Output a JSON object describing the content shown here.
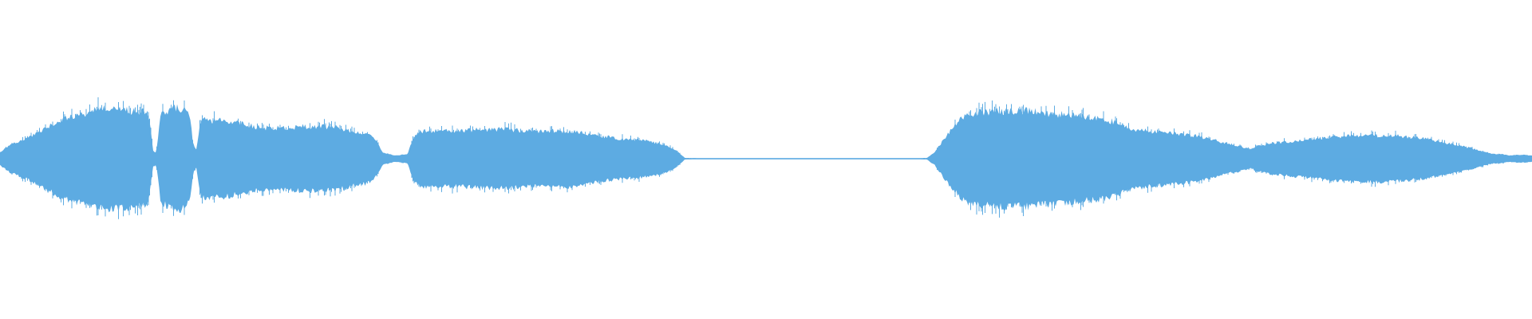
{
  "waveform": {
    "color": "#5DABE2",
    "background": "#ffffff",
    "envelope_points": [
      [
        0.0,
        0.08
      ],
      [
        0.005,
        0.16
      ],
      [
        0.012,
        0.22
      ],
      [
        0.02,
        0.28
      ],
      [
        0.03,
        0.4
      ],
      [
        0.04,
        0.5
      ],
      [
        0.05,
        0.56
      ],
      [
        0.06,
        0.62
      ],
      [
        0.07,
        0.66
      ],
      [
        0.08,
        0.64
      ],
      [
        0.09,
        0.62
      ],
      [
        0.097,
        0.58
      ],
      [
        0.1,
        0.1
      ],
      [
        0.102,
        0.08
      ],
      [
        0.105,
        0.58
      ],
      [
        0.11,
        0.62
      ],
      [
        0.115,
        0.66
      ],
      [
        0.12,
        0.64
      ],
      [
        0.124,
        0.56
      ],
      [
        0.126,
        0.2
      ],
      [
        0.128,
        0.1
      ],
      [
        0.131,
        0.5
      ],
      [
        0.14,
        0.5
      ],
      [
        0.15,
        0.48
      ],
      [
        0.16,
        0.44
      ],
      [
        0.17,
        0.4
      ],
      [
        0.18,
        0.4
      ],
      [
        0.19,
        0.4
      ],
      [
        0.2,
        0.42
      ],
      [
        0.21,
        0.42
      ],
      [
        0.22,
        0.4
      ],
      [
        0.23,
        0.36
      ],
      [
        0.24,
        0.32
      ],
      [
        0.245,
        0.24
      ],
      [
        0.25,
        0.08
      ],
      [
        0.258,
        0.04
      ],
      [
        0.266,
        0.06
      ],
      [
        0.27,
        0.28
      ],
      [
        0.275,
        0.36
      ],
      [
        0.285,
        0.36
      ],
      [
        0.3,
        0.36
      ],
      [
        0.315,
        0.38
      ],
      [
        0.33,
        0.38
      ],
      [
        0.345,
        0.36
      ],
      [
        0.36,
        0.36
      ],
      [
        0.375,
        0.36
      ],
      [
        0.39,
        0.3
      ],
      [
        0.405,
        0.26
      ],
      [
        0.42,
        0.24
      ],
      [
        0.435,
        0.18
      ],
      [
        0.442,
        0.1
      ],
      [
        0.447,
        0.01
      ],
      [
        0.455,
        0.008
      ],
      [
        0.5,
        0.008
      ],
      [
        0.55,
        0.008
      ],
      [
        0.6,
        0.008
      ],
      [
        0.605,
        0.01
      ],
      [
        0.61,
        0.08
      ],
      [
        0.615,
        0.22
      ],
      [
        0.622,
        0.4
      ],
      [
        0.63,
        0.56
      ],
      [
        0.64,
        0.6
      ],
      [
        0.65,
        0.62
      ],
      [
        0.66,
        0.62
      ],
      [
        0.67,
        0.62
      ],
      [
        0.68,
        0.6
      ],
      [
        0.69,
        0.58
      ],
      [
        0.7,
        0.56
      ],
      [
        0.71,
        0.54
      ],
      [
        0.72,
        0.52
      ],
      [
        0.73,
        0.46
      ],
      [
        0.74,
        0.38
      ],
      [
        0.75,
        0.36
      ],
      [
        0.76,
        0.34
      ],
      [
        0.77,
        0.32
      ],
      [
        0.78,
        0.3
      ],
      [
        0.79,
        0.26
      ],
      [
        0.8,
        0.2
      ],
      [
        0.81,
        0.16
      ],
      [
        0.816,
        0.12
      ],
      [
        0.82,
        0.16
      ],
      [
        0.83,
        0.2
      ],
      [
        0.84,
        0.22
      ],
      [
        0.85,
        0.24
      ],
      [
        0.86,
        0.26
      ],
      [
        0.87,
        0.28
      ],
      [
        0.88,
        0.3
      ],
      [
        0.89,
        0.3
      ],
      [
        0.9,
        0.3
      ],
      [
        0.91,
        0.3
      ],
      [
        0.92,
        0.28
      ],
      [
        0.93,
        0.26
      ],
      [
        0.94,
        0.22
      ],
      [
        0.95,
        0.18
      ],
      [
        0.96,
        0.14
      ],
      [
        0.97,
        0.08
      ],
      [
        0.975,
        0.06
      ],
      [
        0.98,
        0.06
      ],
      [
        0.985,
        0.04
      ],
      [
        0.99,
        0.05
      ],
      [
        0.995,
        0.05
      ],
      [
        1.0,
        0.04
      ]
    ]
  }
}
